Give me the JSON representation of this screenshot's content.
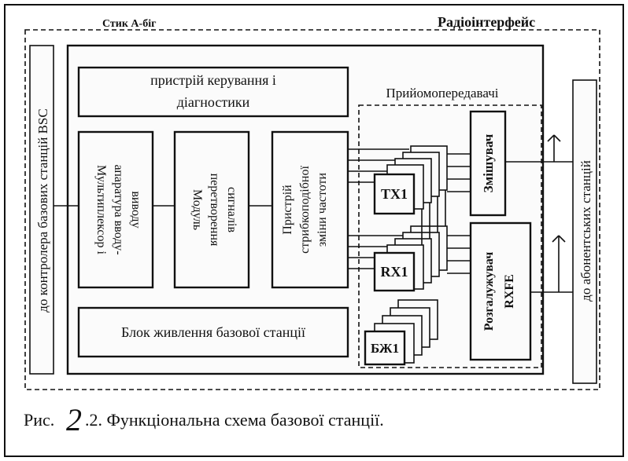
{
  "labels": {
    "rack": "Стик А-бiг",
    "radio_interface": "Радіоінтерфейс",
    "bsc": "до контролера базових станцій BSC",
    "control_unit_line1": "пристрій керування і",
    "control_unit_line2": "діагностики",
    "transceivers": "Прийомопередавачі",
    "mux_line1": "Мультиплексор і",
    "mux_line2": "апаратура вводу-",
    "mux_line3": "виводу",
    "converter_line1": "Модуль",
    "converter_line2": "перетворення",
    "converter_line3": "сигналів",
    "hopping_line1": "Пристрій",
    "hopping_line2": "стрибкоподібної",
    "hopping_line3": "зміни частоти",
    "tx": "TX1",
    "rx": "RX1",
    "power_unit_small": "БЖ1",
    "combiner": "Змішувач",
    "splitter_line1": "Розгалужувач",
    "splitter_line2": "RXFE",
    "subscriber": "до абонентських станцій",
    "power_supply": "Блок живлення базової станції",
    "caption_prefix": "Рис.",
    "caption_number": "2",
    "caption_rest": ".2. Функціональна схема базової станції."
  }
}
